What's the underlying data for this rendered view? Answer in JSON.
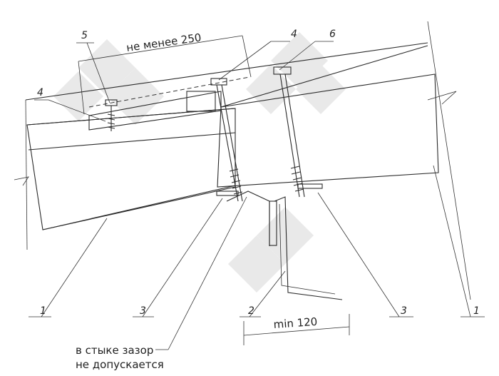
{
  "drawing": {
    "dimension_top": "не менее 250",
    "dimension_bottom": "min 120",
    "note_line1": "в стыке зазор",
    "note_line2": "не допускается",
    "callouts": {
      "c5": "5",
      "c4_top": "4",
      "c6": "6",
      "c4_left": "4",
      "c1_left": "1",
      "c3_left": "3",
      "c2": "2",
      "c3_right": "3",
      "c1_right": "1"
    }
  }
}
